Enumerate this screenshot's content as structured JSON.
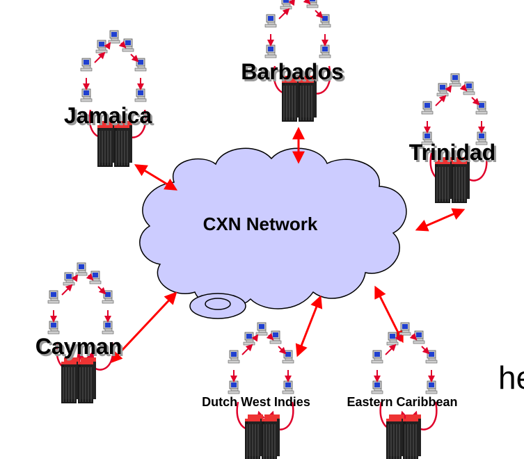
{
  "network": {
    "label": "CXN Network"
  },
  "sites": [
    {
      "id": "jamaica",
      "label": "Jamaica"
    },
    {
      "id": "barbados",
      "label": "Barbados"
    },
    {
      "id": "trinidad",
      "label": "Trinidad"
    },
    {
      "id": "cayman",
      "label": "Cayman"
    },
    {
      "id": "dutch-west-indies",
      "label": "Dutch West Indies"
    },
    {
      "id": "eastern-caribbean",
      "label": "Eastern Caribbean"
    }
  ],
  "clipped_text": "he",
  "colors": {
    "link": "#ff0000",
    "loop": "#e0002a",
    "cloud_fill": "#ccccff",
    "cloud_stroke": "#000000",
    "server": "#1a1a1a",
    "monitor": "#2040d0"
  },
  "icons": [
    "server-icon",
    "workstation-icon",
    "cloud-icon"
  ]
}
